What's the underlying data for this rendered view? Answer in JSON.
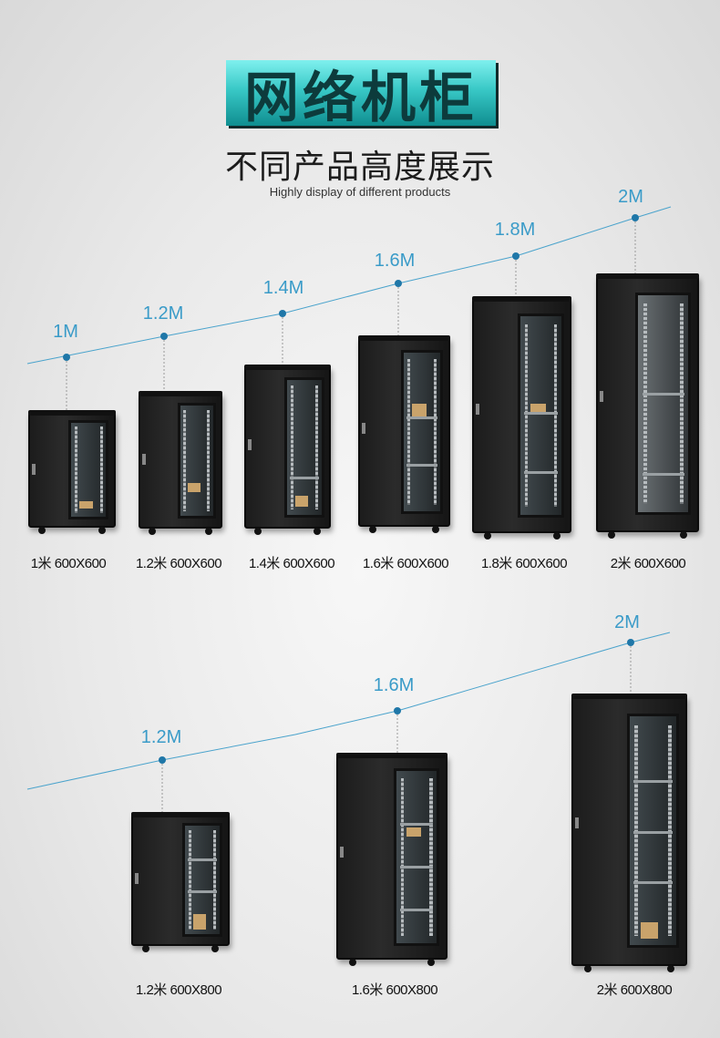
{
  "header": {
    "title": "网络机柜",
    "subtitle_cn": "不同产品高度展示",
    "subtitle_en": "Highly display of different products"
  },
  "row1": {
    "heights": [
      "1M",
      "1.2M",
      "1.4M",
      "1.6M",
      "1.8M",
      "2M"
    ],
    "captions": [
      "1米 600X600",
      "1.2米 600X600",
      "1.4米 600X600",
      "1.6米 600X600",
      "1.8米 600X600",
      "2米 600X600"
    ]
  },
  "row2": {
    "heights": [
      "1.2M",
      "1.6M",
      "2M"
    ],
    "captions": [
      "1.2米 600X800",
      "1.6米 600X800",
      "2米 600X800"
    ]
  },
  "colors": {
    "accent": "#3a9bc8",
    "title_bg": "#38c8c6"
  }
}
